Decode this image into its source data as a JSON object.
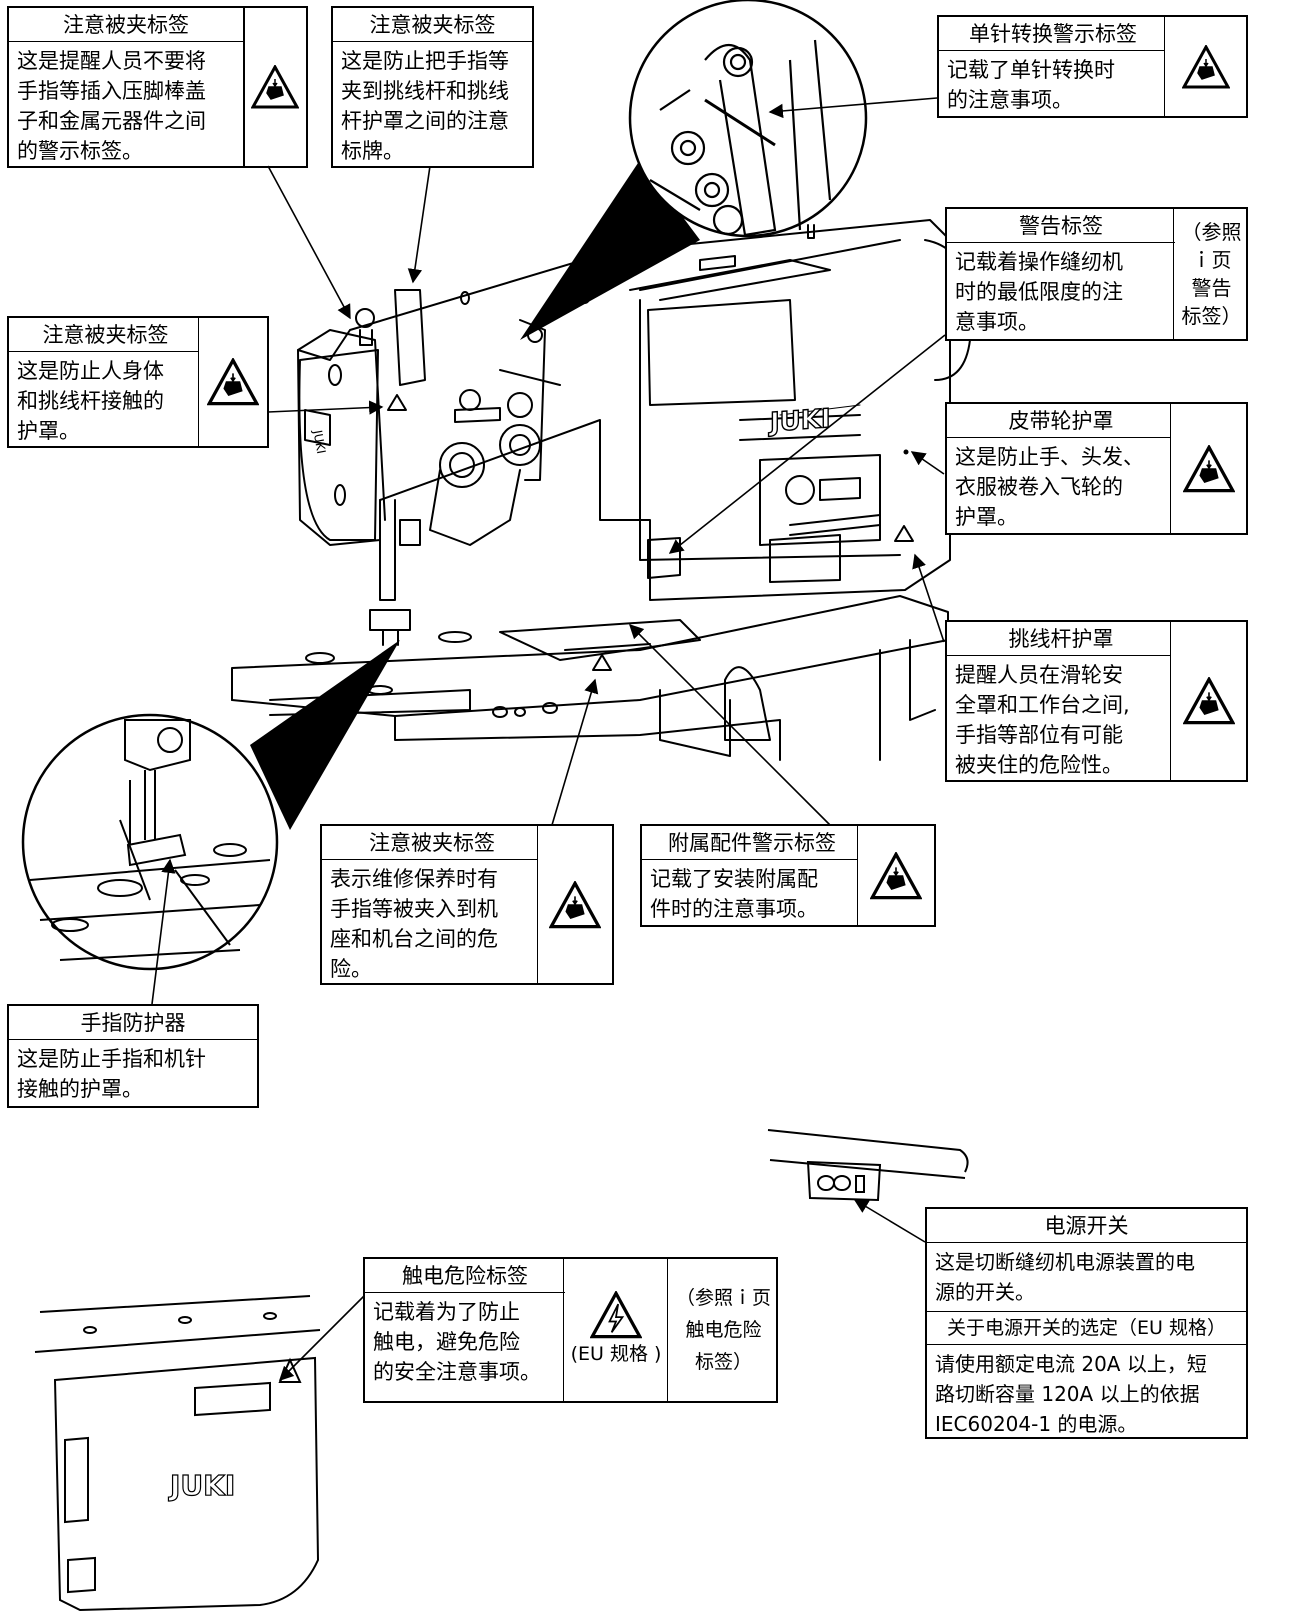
{
  "labels": {
    "caution_presser": {
      "title": "注意被夹标签",
      "lines": [
        "这是提醒人员不要将",
        "手指等插入压脚棒盖",
        "子和金属元器件之间",
        "的警示标签。"
      ]
    },
    "caution_takeup": {
      "title": "注意被夹标签",
      "lines": [
        "这是防止把手指等",
        "夹到挑线杆和挑线",
        "杆护罩之间的注意",
        "标牌。"
      ]
    },
    "single_needle": {
      "title": "单针转换警示标签",
      "lines": [
        "记载了单针转换时",
        "的注意事项。"
      ]
    },
    "warning": {
      "title": "警告标签",
      "lines": [
        "记载着操作缝纫机",
        "时的最低限度的注",
        "意事项。"
      ],
      "ref": [
        "（参照",
        "ｉ页",
        "警告",
        "标签）"
      ]
    },
    "caution_body": {
      "title": "注意被夹标签",
      "lines": [
        "这是防止人身体",
        "和挑线杆接触的",
        "护罩。"
      ]
    },
    "belt_cover": {
      "title": "皮带轮护罩",
      "lines": [
        "这是防止手、头发、",
        "衣服被卷入飞轮的",
        "护罩。"
      ]
    },
    "takeup_cover": {
      "title": "挑线杆护罩",
      "lines": [
        "提醒人员在滑轮安",
        "全罩和工作台之间,",
        "手指等部位有可能",
        "被夹住的危险性。"
      ]
    },
    "caution_bed": {
      "title": "注意被夹标签",
      "lines": [
        "表示维修保养时有",
        "手指等被夹入到机",
        "座和机台之间的危",
        "险。"
      ]
    },
    "attachment": {
      "title": "附属配件警示标签",
      "lines": [
        "记载了安装附属配",
        "件时的注意事项。"
      ]
    },
    "finger_guard": {
      "title": "手指防护器",
      "lines": [
        "这是防止手指和机针",
        "接触的护罩。"
      ]
    },
    "electric": {
      "title": "触电危险标签",
      "lines": [
        "记载着为了防止",
        "触电，避免危险",
        "的安全注意事项。"
      ],
      "eu": "(EU 规格 )",
      "ref": [
        "（参照ｉ页",
        "触电危险",
        "标签）"
      ]
    },
    "power_switch": {
      "title": "电源开关",
      "lines": [
        "这是切断缝纫机电源装置的电",
        "源的开关。"
      ],
      "sub_title": "关于电源开关的选定（EU 规格）",
      "sub_lines": [
        "请使用额定电流 20A 以上，短",
        "路切断容量 120A 以上的依据",
        "IEC60204-1 的电源。"
      ]
    }
  },
  "brand": {
    "logo": "JUKI"
  }
}
